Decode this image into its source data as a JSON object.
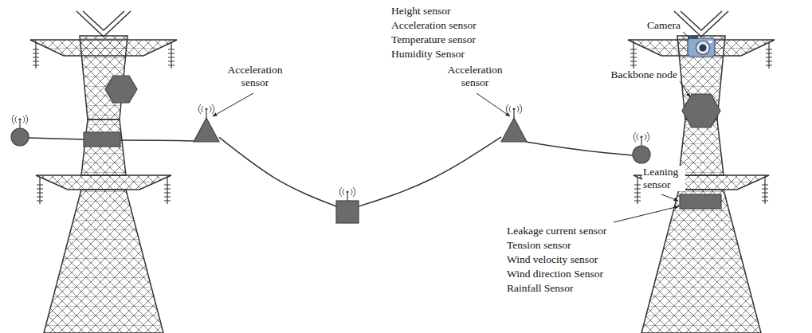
{
  "diagram": {
    "nodes": [
      {
        "text": [
          "Acceleration sensor"
        ]
      },
      {
        "text": [
          "Height sensor",
          "Acceleration sensor",
          "Temperature sensor",
          "Humidity Sensor"
        ]
      },
      {
        "text": [
          "Acceleration sensor"
        ]
      },
      {
        "text": [
          "Camera"
        ]
      },
      {
        "text": [
          "Backbone node"
        ]
      },
      {
        "text": [
          "Leaning sensor",
          "Leakage current sensor",
          "Tension sensor",
          "Wind velocity sensor",
          "Wind direction Sensor",
          "Rainfall Sensor"
        ]
      }
    ],
    "edges": [
      {
        "from": 0,
        "to": 1,
        "arrow": "none"
      },
      {
        "from": 1,
        "to": 2,
        "arrow": "none"
      }
    ]
  }
}
